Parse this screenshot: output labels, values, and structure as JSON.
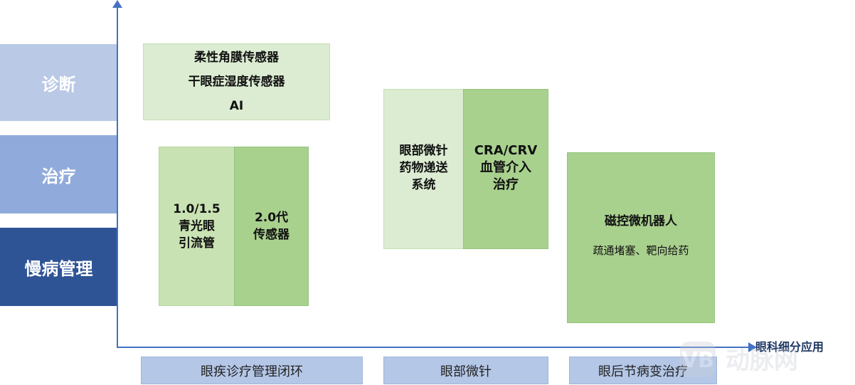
{
  "stages": {
    "diagnosis": "诊断",
    "treatment": "治疗",
    "chronic": "慢病管理"
  },
  "x_axis_label": "眼科细分应用",
  "diagnosis_box": {
    "lines": [
      "柔性角膜传感器",
      "干眼症湿度传感器",
      "AI"
    ]
  },
  "glaucoma": {
    "left_lines": [
      "1.0/1.5",
      "青光眼",
      "引流管"
    ],
    "right_lines": [
      "2.0代",
      "传感器"
    ]
  },
  "microneedle": {
    "left_lines": [
      "眼部微针",
      "药物递送",
      "系统"
    ],
    "right_lines": [
      "CRA/CRV",
      "血管介入",
      "治疗"
    ]
  },
  "robot": {
    "title": "磁控微机器人",
    "subtitle": "疏通堵塞、靶向给药"
  },
  "categories": [
    "眼疾诊疗管理闭环",
    "眼部微针",
    "眼后节病变治疗"
  ],
  "watermark": "动脉网",
  "colors": {
    "axis": "#4472c4",
    "stage_light": "#b9c9e6",
    "stage_mid": "#90abdb",
    "stage_dark": "#2f5496",
    "green_light": "#dcecd2",
    "green_mid": "#c9e2b3",
    "green": "#a9d18e",
    "category": "#b4c7e7"
  }
}
